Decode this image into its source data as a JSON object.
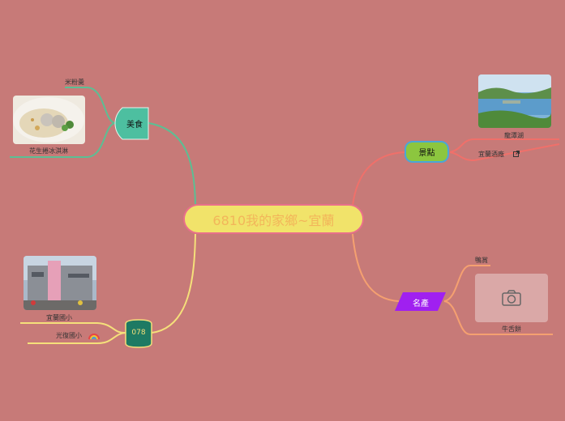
{
  "central": {
    "title": "6810我的家鄉~宜蘭"
  },
  "branches": {
    "food": {
      "label": "美食",
      "color": "#4dbfa0",
      "items": [
        "米粉羹",
        "花生捲冰淇淋"
      ]
    },
    "spots": {
      "label": "景點",
      "color": "#8cc63f",
      "items": [
        "龍潭湖",
        "宜蘭酒廠"
      ]
    },
    "products": {
      "label": "名產",
      "color": "#a020f0",
      "items": [
        "鴨賞",
        "牛舌餅"
      ]
    },
    "school": {
      "label": "078",
      "color": "#1e7a63",
      "items": [
        "宜蘭國小",
        "光復國小"
      ]
    }
  },
  "icons": {
    "link": "external-link-icon",
    "camera": "camera-icon",
    "rainbow": "rainbow-icon"
  }
}
